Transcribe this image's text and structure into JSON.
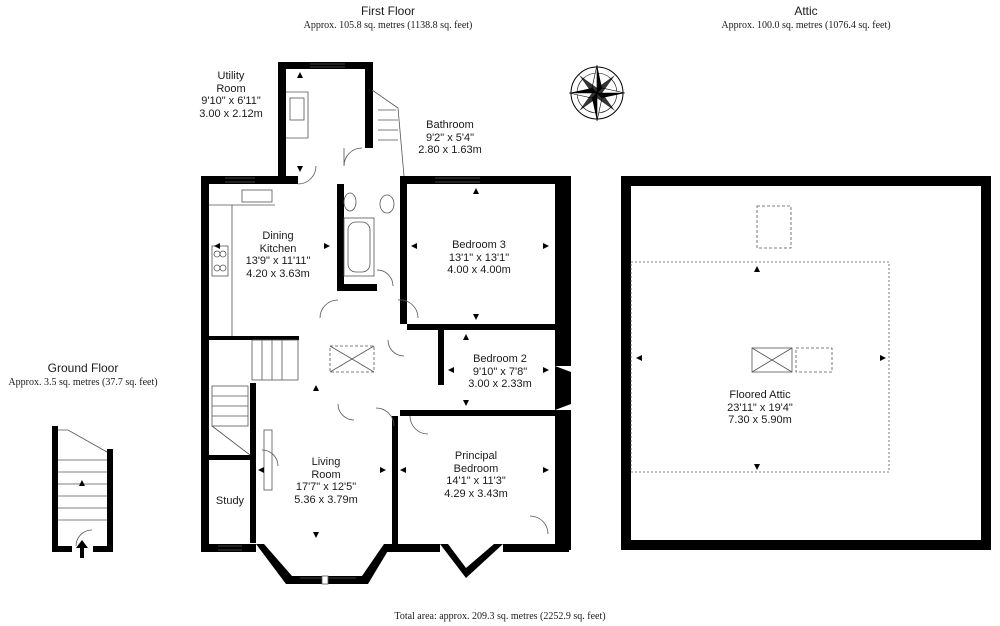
{
  "floors": {
    "first": {
      "title": "First Floor",
      "area": "Approx. 105.8 sq. metres (1138.8 sq. feet)"
    },
    "attic": {
      "title": "Attic",
      "area": "Approx. 100.0 sq. metres (1076.4 sq. feet)"
    },
    "ground": {
      "title": "Ground Floor",
      "area": "Approx. 3.5 sq. metres (37.7 sq. feet)"
    }
  },
  "rooms": {
    "utility": {
      "name1": "Utility",
      "name2": "Room",
      "imperial": "9'10\" x 6'11\"",
      "metric": "3.00 x 2.12m"
    },
    "bathroom": {
      "name": "Bathroom",
      "imperial": "9'2\" x 5'4\"",
      "metric": "2.80 x 1.63m"
    },
    "dining": {
      "name1": "Dining",
      "name2": "Kitchen",
      "imperial": "13'9\" x 11'11\"",
      "metric": "4.20 x 3.63m"
    },
    "bedroom3": {
      "name": "Bedroom 3",
      "imperial": "13'1\" x 13'1\"",
      "metric": "4.00 x 4.00m"
    },
    "bedroom2": {
      "name": "Bedroom 2",
      "imperial": "9'10\" x 7'8\"",
      "metric": "3.00 x 2.33m"
    },
    "living": {
      "name1": "Living",
      "name2": "Room",
      "imperial": "17'7\" x 12'5\"",
      "metric": "5.36 x 3.79m"
    },
    "principal": {
      "name1": "Principal",
      "name2": "Bedroom",
      "imperial": "14'1\" x 11'3\"",
      "metric": "4.29 x 3.43m"
    },
    "study": {
      "name": "Study"
    },
    "attic": {
      "name": "Floored Attic",
      "imperial": "23'11\" x 19'4\"",
      "metric": "7.30 x 5.90m"
    }
  },
  "total": "Total area: approx. 209.3 sq. metres (2252.9 sq. feet)",
  "icons": {
    "compass": "compass-rose-icon",
    "entrance": "entrance-arrow-icon"
  },
  "colors": {
    "wall": "#000000",
    "line": "#555555"
  }
}
